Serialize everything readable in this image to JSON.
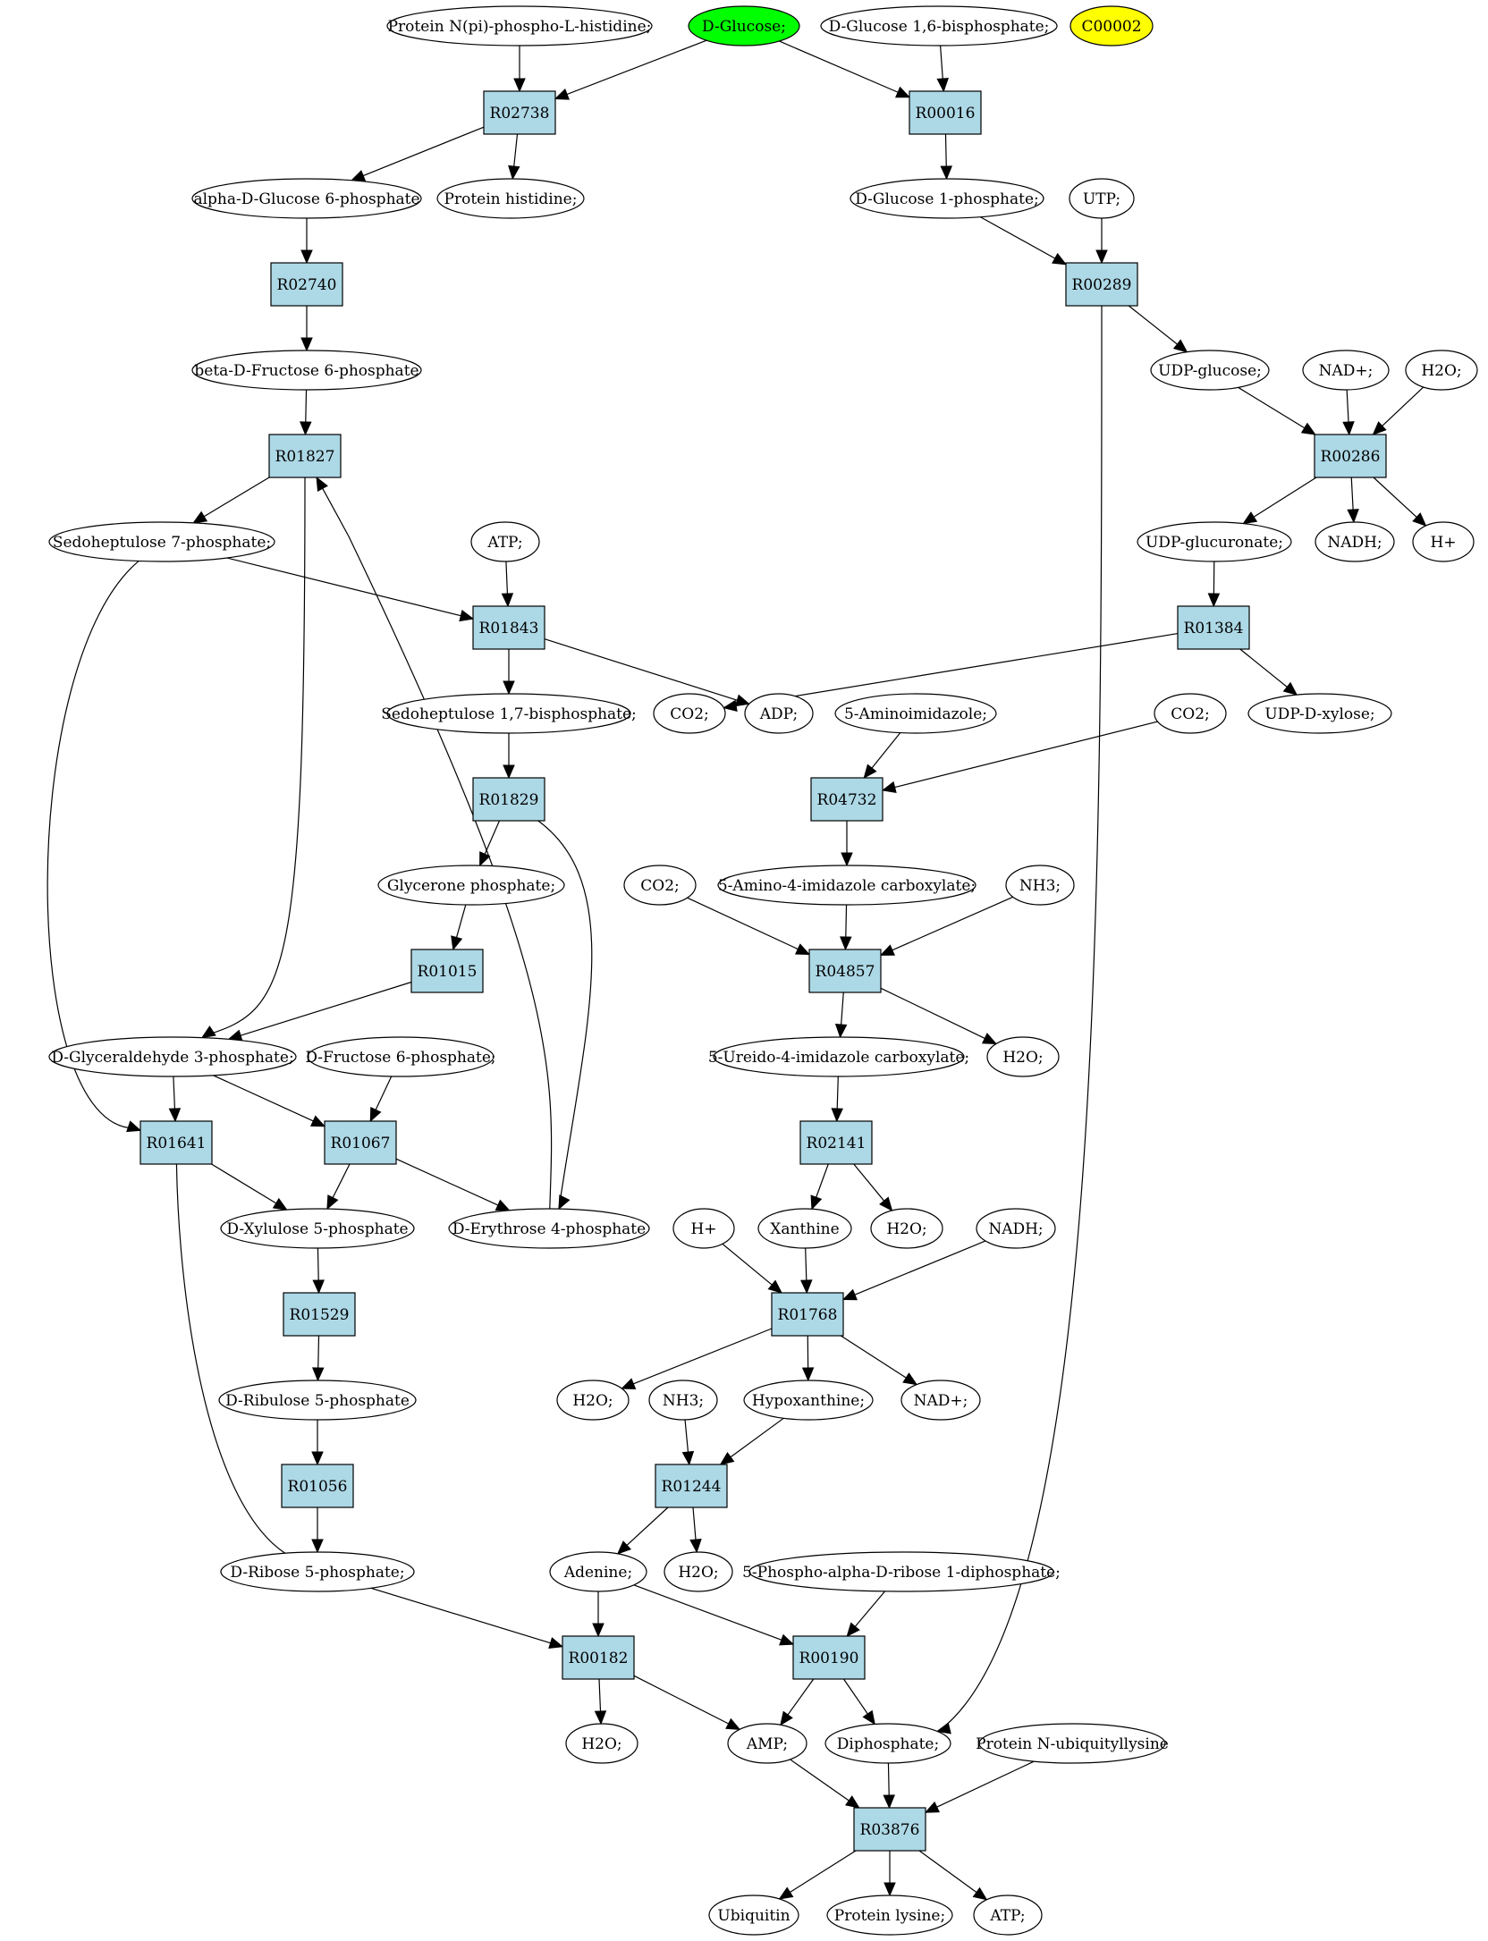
{
  "colors": {
    "compound_fill": "#ffffff",
    "reaction_fill": "#add8e6",
    "highlight_green": "#00ff00",
    "highlight_yellow": "#ffff00",
    "stroke": "#000000"
  },
  "nodes": [
    {
      "id": "c_pnpphis",
      "kind": "compound",
      "label": "Protein N(pi)-phospho-L-histidine;"
    },
    {
      "id": "c_dglucose",
      "kind": "compound",
      "label": "D-Glucose;",
      "fill": "#00ff00"
    },
    {
      "id": "c_dg16bp",
      "kind": "compound",
      "label": "D-Glucose 1,6-bisphosphate;"
    },
    {
      "id": "c_c00002",
      "kind": "compound",
      "label": "C00002",
      "fill": "#ffff00"
    },
    {
      "id": "r_R02738",
      "kind": "reaction",
      "label": "R02738"
    },
    {
      "id": "r_R00016",
      "kind": "reaction",
      "label": "R00016"
    },
    {
      "id": "c_adg6p",
      "kind": "compound",
      "label": "alpha-D-Glucose 6-phosphate"
    },
    {
      "id": "c_prothis",
      "kind": "compound",
      "label": "Protein histidine;"
    },
    {
      "id": "c_dg1p",
      "kind": "compound",
      "label": "D-Glucose 1-phosphate;"
    },
    {
      "id": "c_utp",
      "kind": "compound",
      "label": "UTP;"
    },
    {
      "id": "r_R02740",
      "kind": "reaction",
      "label": "R02740"
    },
    {
      "id": "r_R00289",
      "kind": "reaction",
      "label": "R00289"
    },
    {
      "id": "c_bdf6p",
      "kind": "compound",
      "label": "beta-D-Fructose 6-phosphate"
    },
    {
      "id": "c_udpglc",
      "kind": "compound",
      "label": "UDP-glucose;"
    },
    {
      "id": "c_nadplus1",
      "kind": "compound",
      "label": "NAD+;"
    },
    {
      "id": "c_h2o_a",
      "kind": "compound",
      "label": "H2O;"
    },
    {
      "id": "r_R01827",
      "kind": "reaction",
      "label": "R01827"
    },
    {
      "id": "r_R00286",
      "kind": "reaction",
      "label": "R00286"
    },
    {
      "id": "c_s7p",
      "kind": "compound",
      "label": "Sedoheptulose 7-phosphate;"
    },
    {
      "id": "c_atp1",
      "kind": "compound",
      "label": "ATP;"
    },
    {
      "id": "c_udpgluc",
      "kind": "compound",
      "label": "UDP-glucuronate;"
    },
    {
      "id": "c_nadh1",
      "kind": "compound",
      "label": "NADH;"
    },
    {
      "id": "c_hplus1",
      "kind": "compound",
      "label": "H+"
    },
    {
      "id": "r_R01843",
      "kind": "reaction",
      "label": "R01843"
    },
    {
      "id": "r_R01384",
      "kind": "reaction",
      "label": "R01384"
    },
    {
      "id": "c_s17bp",
      "kind": "compound",
      "label": "Sedoheptulose 1,7-bisphosphate;"
    },
    {
      "id": "c_co2_a",
      "kind": "compound",
      "label": "CO2;"
    },
    {
      "id": "c_adp",
      "kind": "compound",
      "label": "ADP;"
    },
    {
      "id": "c_5ai",
      "kind": "compound",
      "label": "5-Aminoimidazole;"
    },
    {
      "id": "c_co2_b",
      "kind": "compound",
      "label": "CO2;"
    },
    {
      "id": "c_udpxyl",
      "kind": "compound",
      "label": "UDP-D-xylose;"
    },
    {
      "id": "r_R01829",
      "kind": "reaction",
      "label": "R01829"
    },
    {
      "id": "r_R04732",
      "kind": "reaction",
      "label": "R04732"
    },
    {
      "id": "c_gp",
      "kind": "compound",
      "label": "Glycerone phosphate;"
    },
    {
      "id": "c_co2_c",
      "kind": "compound",
      "label": "CO2;"
    },
    {
      "id": "c_5a4ic",
      "kind": "compound",
      "label": "5-Amino-4-imidazole carboxylate;"
    },
    {
      "id": "c_nh3_a",
      "kind": "compound",
      "label": "NH3;"
    },
    {
      "id": "r_R01015",
      "kind": "reaction",
      "label": "R01015"
    },
    {
      "id": "r_R04857",
      "kind": "reaction",
      "label": "R04857"
    },
    {
      "id": "c_dga3p",
      "kind": "compound",
      "label": "D-Glyceraldehyde 3-phosphate;"
    },
    {
      "id": "c_df6p",
      "kind": "compound",
      "label": "D-Fructose 6-phosphate;"
    },
    {
      "id": "c_5u4ic",
      "kind": "compound",
      "label": "5-Ureido-4-imidazole carboxylate;"
    },
    {
      "id": "c_h2o_b",
      "kind": "compound",
      "label": "H2O;"
    },
    {
      "id": "r_R01641",
      "kind": "reaction",
      "label": "R01641"
    },
    {
      "id": "r_R01067",
      "kind": "reaction",
      "label": "R01067"
    },
    {
      "id": "r_R02141",
      "kind": "reaction",
      "label": "R02141"
    },
    {
      "id": "c_dx5p",
      "kind": "compound",
      "label": "D-Xylulose 5-phosphate"
    },
    {
      "id": "c_de4p",
      "kind": "compound",
      "label": "D-Erythrose 4-phosphate"
    },
    {
      "id": "c_hplus2",
      "kind": "compound",
      "label": "H+"
    },
    {
      "id": "c_xanthine",
      "kind": "compound",
      "label": "Xanthine"
    },
    {
      "id": "c_h2o_c",
      "kind": "compound",
      "label": "H2O;"
    },
    {
      "id": "c_nadh2",
      "kind": "compound",
      "label": "NADH;"
    },
    {
      "id": "r_R01529",
      "kind": "reaction",
      "label": "R01529"
    },
    {
      "id": "r_R01768",
      "kind": "reaction",
      "label": "R01768"
    },
    {
      "id": "c_dr5p_ribulose",
      "kind": "compound",
      "label": "D-Ribulose 5-phosphate"
    },
    {
      "id": "c_h2o_d",
      "kind": "compound",
      "label": "H2O;"
    },
    {
      "id": "c_nh3_b",
      "kind": "compound",
      "label": "NH3;"
    },
    {
      "id": "c_hypox",
      "kind": "compound",
      "label": "Hypoxanthine;"
    },
    {
      "id": "c_nadplus2",
      "kind": "compound",
      "label": "NAD+;"
    },
    {
      "id": "r_R01056",
      "kind": "reaction",
      "label": "R01056"
    },
    {
      "id": "r_R01244",
      "kind": "reaction",
      "label": "R01244"
    },
    {
      "id": "c_dr5p",
      "kind": "compound",
      "label": "D-Ribose 5-phosphate;"
    },
    {
      "id": "c_adenine",
      "kind": "compound",
      "label": "Adenine;"
    },
    {
      "id": "c_h2o_e",
      "kind": "compound",
      "label": "H2O;"
    },
    {
      "id": "c_prpp",
      "kind": "compound",
      "label": "5-Phospho-alpha-D-ribose 1-diphosphate;"
    },
    {
      "id": "r_R00182",
      "kind": "reaction",
      "label": "R00182"
    },
    {
      "id": "r_R00190",
      "kind": "reaction",
      "label": "R00190"
    },
    {
      "id": "c_h2o_f",
      "kind": "compound",
      "label": "H2O;"
    },
    {
      "id": "c_amp",
      "kind": "compound",
      "label": "AMP;"
    },
    {
      "id": "c_diphos",
      "kind": "compound",
      "label": "Diphosphate;"
    },
    {
      "id": "c_pnubl",
      "kind": "compound",
      "label": "Protein N-ubiquityllysine"
    },
    {
      "id": "r_R03876",
      "kind": "reaction",
      "label": "R03876"
    },
    {
      "id": "c_ubiquitin",
      "kind": "compound",
      "label": "Ubiquitin"
    },
    {
      "id": "c_protlys",
      "kind": "compound",
      "label": "Protein lysine;"
    },
    {
      "id": "c_atp2",
      "kind": "compound",
      "label": "ATP;"
    }
  ],
  "edges": [
    [
      "c_pnpphis",
      "r_R02738"
    ],
    [
      "c_dglucose",
      "r_R02738"
    ],
    [
      "c_dglucose",
      "r_R00016"
    ],
    [
      "c_dg16bp",
      "r_R00016"
    ],
    [
      "r_R02738",
      "c_adg6p"
    ],
    [
      "r_R02738",
      "c_prothis"
    ],
    [
      "r_R00016",
      "c_dg1p"
    ],
    [
      "c_adg6p",
      "r_R02740"
    ],
    [
      "c_dg1p",
      "r_R00289"
    ],
    [
      "c_utp",
      "r_R00289"
    ],
    [
      "r_R02740",
      "c_bdf6p"
    ],
    [
      "r_R00289",
      "c_udpglc"
    ],
    [
      "r_R00289",
      "c_diphos"
    ],
    [
      "c_bdf6p",
      "r_R01827"
    ],
    [
      "c_udpglc",
      "r_R00286"
    ],
    [
      "c_nadplus1",
      "r_R00286"
    ],
    [
      "c_h2o_a",
      "r_R00286"
    ],
    [
      "r_R01827",
      "c_s7p"
    ],
    [
      "r_R01827",
      "c_dga3p"
    ],
    [
      "r_R00286",
      "c_udpgluc"
    ],
    [
      "r_R00286",
      "c_nadh1"
    ],
    [
      "r_R00286",
      "c_hplus1"
    ],
    [
      "c_s7p",
      "r_R01843"
    ],
    [
      "c_atp1",
      "r_R01843"
    ],
    [
      "c_s7p",
      "r_R01641"
    ],
    [
      "c_udpgluc",
      "r_R01384"
    ],
    [
      "r_R01384",
      "c_co2_a"
    ],
    [
      "r_R01384",
      "c_udpxyl"
    ],
    [
      "r_R01843",
      "c_s17bp"
    ],
    [
      "r_R01843",
      "c_adp"
    ],
    [
      "c_co2_b",
      "r_R04732"
    ],
    [
      "c_5ai",
      "r_R04732"
    ],
    [
      "c_s17bp",
      "r_R01829"
    ],
    [
      "r_R01829",
      "c_gp"
    ],
    [
      "r_R01829",
      "c_de4p"
    ],
    [
      "r_R04732",
      "c_5a4ic"
    ],
    [
      "c_gp",
      "r_R01015"
    ],
    [
      "c_co2_c",
      "r_R04857"
    ],
    [
      "c_5a4ic",
      "r_R04857"
    ],
    [
      "c_nh3_a",
      "r_R04857"
    ],
    [
      "r_R01015",
      "c_dga3p"
    ],
    [
      "r_R04857",
      "c_5u4ic"
    ],
    [
      "r_R04857",
      "c_h2o_b"
    ],
    [
      "c_dga3p",
      "r_R01641"
    ],
    [
      "c_dga3p",
      "r_R01067"
    ],
    [
      "c_df6p",
      "r_R01067"
    ],
    [
      "c_5u4ic",
      "r_R02141"
    ],
    [
      "r_R01641",
      "c_dx5p"
    ],
    [
      "r_R01641",
      "c_dr5p"
    ],
    [
      "r_R01067",
      "c_dx5p"
    ],
    [
      "r_R01067",
      "c_de4p"
    ],
    [
      "c_de4p",
      "r_R01827"
    ],
    [
      "r_R02141",
      "c_xanthine"
    ],
    [
      "r_R02141",
      "c_h2o_c"
    ],
    [
      "c_dx5p",
      "r_R01529"
    ],
    [
      "c_hplus2",
      "r_R01768"
    ],
    [
      "c_xanthine",
      "r_R01768"
    ],
    [
      "c_nadh2",
      "r_R01768"
    ],
    [
      "r_R01529",
      "c_dr5p_ribulose"
    ],
    [
      "r_R01768",
      "c_h2o_d"
    ],
    [
      "r_R01768",
      "c_hypox"
    ],
    [
      "r_R01768",
      "c_nadplus2"
    ],
    [
      "c_dr5p_ribulose",
      "r_R01056"
    ],
    [
      "c_nh3_b",
      "r_R01244"
    ],
    [
      "c_hypox",
      "r_R01244"
    ],
    [
      "r_R01056",
      "c_dr5p"
    ],
    [
      "r_R01244",
      "c_adenine"
    ],
    [
      "r_R01244",
      "c_h2o_e"
    ],
    [
      "c_dr5p",
      "r_R00182"
    ],
    [
      "c_adenine",
      "r_R00182"
    ],
    [
      "c_adenine",
      "r_R00190"
    ],
    [
      "c_prpp",
      "r_R00190"
    ],
    [
      "r_R00182",
      "c_h2o_f"
    ],
    [
      "r_R00182",
      "c_amp"
    ],
    [
      "r_R00190",
      "c_amp"
    ],
    [
      "r_R00190",
      "c_diphos"
    ],
    [
      "c_amp",
      "r_R03876"
    ],
    [
      "c_diphos",
      "r_R03876"
    ],
    [
      "c_pnubl",
      "r_R03876"
    ],
    [
      "r_R03876",
      "c_ubiquitin"
    ],
    [
      "r_R03876",
      "c_protlys"
    ],
    [
      "r_R03876",
      "c_atp2"
    ]
  ]
}
